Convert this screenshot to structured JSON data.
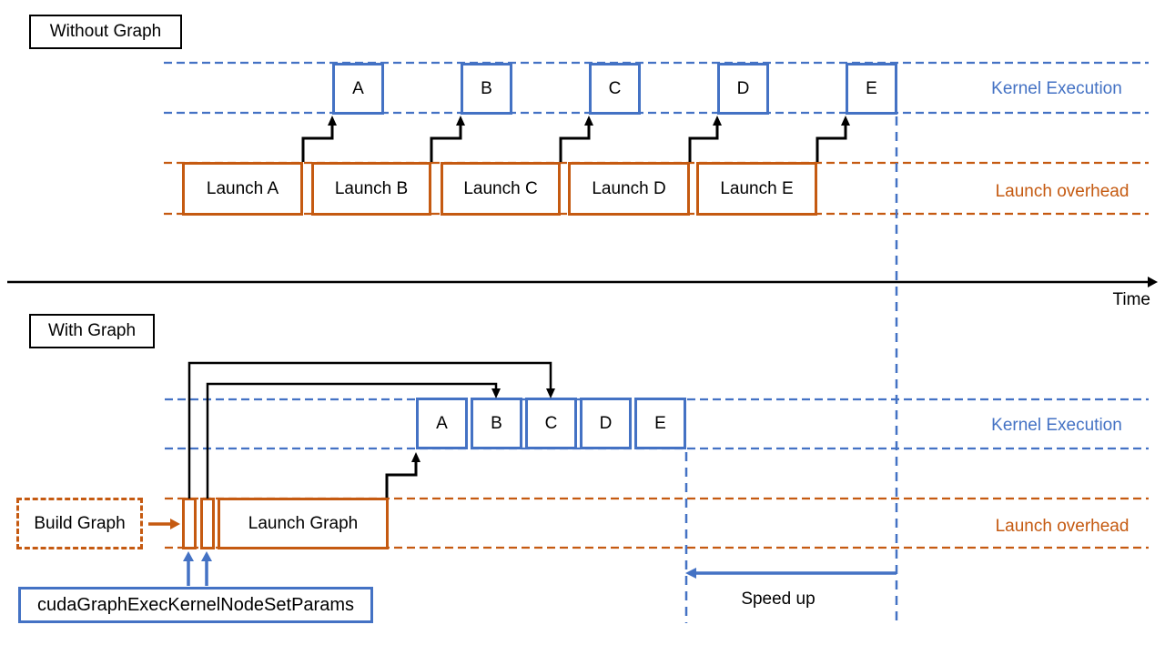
{
  "colors": {
    "kernel_blue": "#4472C4",
    "launch_orange": "#C55A11",
    "arrow_black": "#000000"
  },
  "top": {
    "section_label": "Without Graph",
    "kernel_boxes": [
      "A",
      "B",
      "C",
      "D",
      "E"
    ],
    "launch_boxes": [
      "Launch A",
      "Launch B",
      "Launch C",
      "Launch D",
      "Launch E"
    ],
    "kernel_lane_label": "Kernel Execution",
    "launch_lane_label": "Launch overhead"
  },
  "axis": {
    "time_label": "Time"
  },
  "bottom": {
    "section_label": "With Graph",
    "kernel_boxes": [
      "A",
      "B",
      "C",
      "D",
      "E"
    ],
    "build_graph_label": "Build Graph",
    "launch_graph_label": "Launch Graph",
    "kernel_lane_label": "Kernel Execution",
    "launch_lane_label": "Launch overhead",
    "api_call_label": "cudaGraphExecKernelNodeSetParams",
    "speed_up_label": "Speed up"
  }
}
